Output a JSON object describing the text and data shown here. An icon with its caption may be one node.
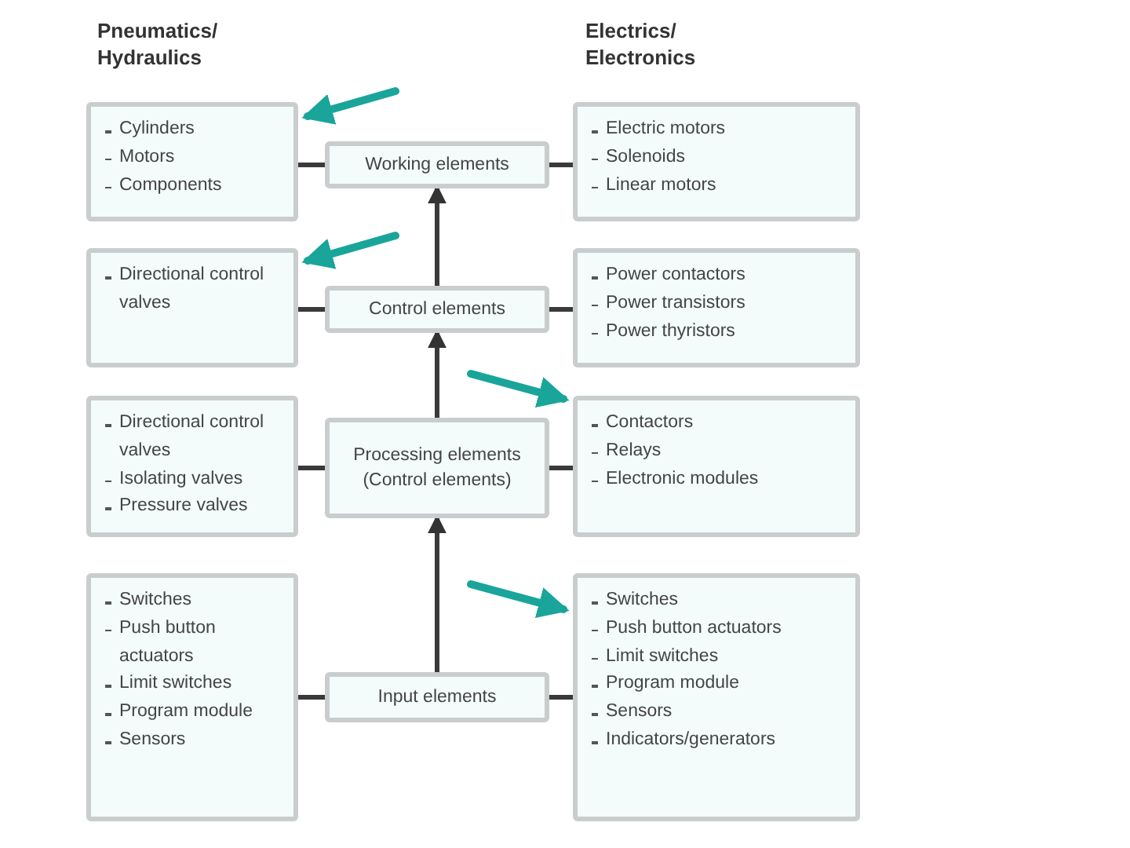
{
  "diagram": {
    "nodes": [
      {
        "text": [
          "Cylinders",
          "Motors",
          "Components"
        ]
      },
      {
        "text": [
          "Working elements"
        ]
      },
      {
        "text": [
          "Electric motors",
          "Solenoids",
          "Linear motors"
        ]
      },
      {
        "text": [
          "Directional control valves"
        ]
      },
      {
        "text": [
          "Control elements"
        ]
      },
      {
        "text": [
          "Power contactors",
          "Power transistors",
          "Power thyristors"
        ]
      },
      {
        "text": [
          "Directional control valves",
          "Isolating valves",
          "Pressure valves"
        ]
      },
      {
        "text": [
          "Processing elements (Control elements)"
        ]
      },
      {
        "text": [
          "Contactors",
          "Relays",
          "Electronic modules"
        ]
      },
      {
        "text": [
          "Switches",
          "Push button actuators",
          "Limit switches",
          "Program module",
          "Sensors"
        ]
      },
      {
        "text": [
          "Input elements"
        ]
      },
      {
        "text": [
          "Switches",
          "Push button actuators",
          "Limit switches",
          "Program module",
          "Sensors",
          "Indicators/generators"
        ]
      }
    ],
    "edges": [
      {
        "from": 1,
        "to": 0,
        "arrow": "none"
      },
      {
        "from": 1,
        "to": 2,
        "arrow": "none"
      },
      {
        "from": 4,
        "to": 3,
        "arrow": "none"
      },
      {
        "from": 4,
        "to": 5,
        "arrow": "none"
      },
      {
        "from": 7,
        "to": 6,
        "arrow": "none"
      },
      {
        "from": 7,
        "to": 8,
        "arrow": "none"
      },
      {
        "from": 10,
        "to": 9,
        "arrow": "none"
      },
      {
        "from": 10,
        "to": 11,
        "arrow": "none"
      },
      {
        "from": 10,
        "to": 7,
        "arrow": "to"
      },
      {
        "from": 7,
        "to": 4,
        "arrow": "to"
      },
      {
        "from": 4,
        "to": 1,
        "arrow": "to"
      },
      {
        "from": null,
        "to": 0,
        "arrow": "to",
        "color": "#1aa59a"
      },
      {
        "from": null,
        "to": 3,
        "arrow": "to",
        "color": "#1aa59a"
      },
      {
        "from": null,
        "to": 8,
        "arrow": "to",
        "color": "#1aa59a"
      },
      {
        "from": null,
        "to": 11,
        "arrow": "to",
        "color": "#1aa59a"
      }
    ],
    "labels": [
      "Pneumatics/ Hydraulics",
      "Electrics/ Electronics"
    ]
  }
}
